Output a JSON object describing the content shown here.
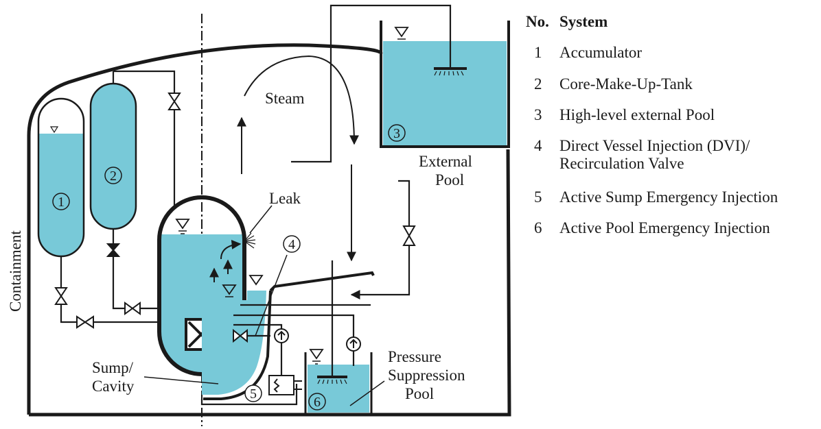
{
  "colors": {
    "water": "#78c9d8",
    "line": "#1a1a1a",
    "background": "#ffffff"
  },
  "labels": {
    "containment": "Containment",
    "steam": "Steam",
    "leak": "Leak",
    "external_pool": [
      "External",
      "Pool"
    ],
    "sump": [
      "Sump/",
      "Cavity"
    ],
    "pressure_pool": [
      "Pressure",
      "Suppression",
      "Pool"
    ]
  },
  "markers": [
    "1",
    "2",
    "3",
    "4",
    "5",
    "6"
  ],
  "legend": {
    "header_no": "No.",
    "header_system": "System",
    "items": [
      {
        "no": "1",
        "lines": [
          "Accumulator"
        ]
      },
      {
        "no": "2",
        "lines": [
          "Core-Make-Up-Tank"
        ]
      },
      {
        "no": "3",
        "lines": [
          "High-level external Pool"
        ]
      },
      {
        "no": "4",
        "lines": [
          "Direct Vessel Injection (DVI)/",
          "Recirculation Valve"
        ]
      },
      {
        "no": "5",
        "lines": [
          "Active Sump Emergency Injection"
        ]
      },
      {
        "no": "6",
        "lines": [
          "Active Pool Emergency Injection"
        ]
      }
    ]
  }
}
